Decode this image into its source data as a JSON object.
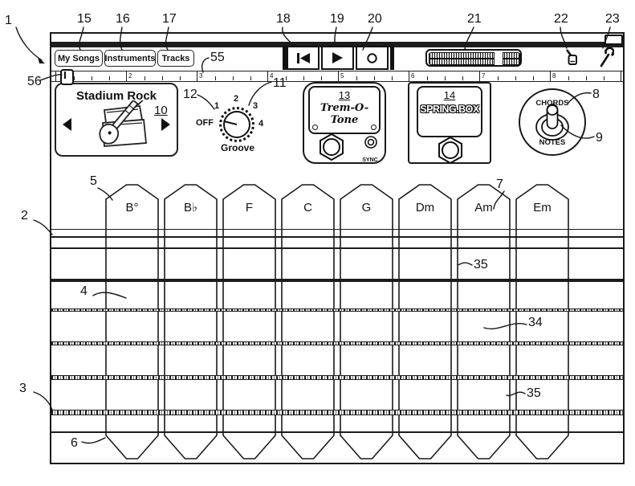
{
  "toolbar": {
    "my_songs": "My Songs",
    "instruments": "Instruments",
    "tracks": "Tracks"
  },
  "ruler": {
    "bar_numbers": [
      "2",
      "3",
      "4",
      "5",
      "6",
      "7",
      "8"
    ]
  },
  "instrument_card": {
    "name": "Stadium Rock"
  },
  "groove_knob": {
    "label": "Groove",
    "positions": [
      "OFF",
      "1",
      "2",
      "3",
      "4"
    ]
  },
  "pedals": {
    "tremolo": {
      "name": "Trem-O-Tone",
      "sync_label": "SYNC"
    },
    "spring": {
      "name": "SPRING.BOX"
    }
  },
  "mode_switch": {
    "top": "CHORDS",
    "bottom": "NOTES"
  },
  "chord_strips": [
    "B°",
    "B♭",
    "F",
    "C",
    "G",
    "Dm",
    "Am",
    "Em"
  ],
  "icons": {
    "transport": [
      "rewind-icon",
      "play-icon",
      "record-icon"
    ],
    "toolbar_right": [
      "jack-plug-icon",
      "wrench-icon"
    ],
    "status": "battery-icon",
    "card": [
      "left-arrow-icon",
      "right-arrow-icon",
      "guitar-amp-icon"
    ]
  },
  "colors": {
    "line": "#1a1a1a",
    "band": "#1d1d1d",
    "background": "#ffffff"
  },
  "ref_numerals": {
    "n1": "1",
    "n2": "2",
    "n3": "3",
    "n4": "4",
    "n5": "5",
    "n6": "6",
    "n7": "7",
    "n8": "8",
    "n9": "9",
    "n10": "10",
    "n11": "11",
    "n12": "12",
    "n13": "13",
    "n14": "14",
    "n15": "15",
    "n16": "16",
    "n17": "17",
    "n18": "18",
    "n19": "19",
    "n20": "20",
    "n21": "21",
    "n22": "22",
    "n23": "23",
    "n34": "34",
    "n35a": "35",
    "n35b": "35",
    "n55": "55",
    "n56": "56"
  }
}
